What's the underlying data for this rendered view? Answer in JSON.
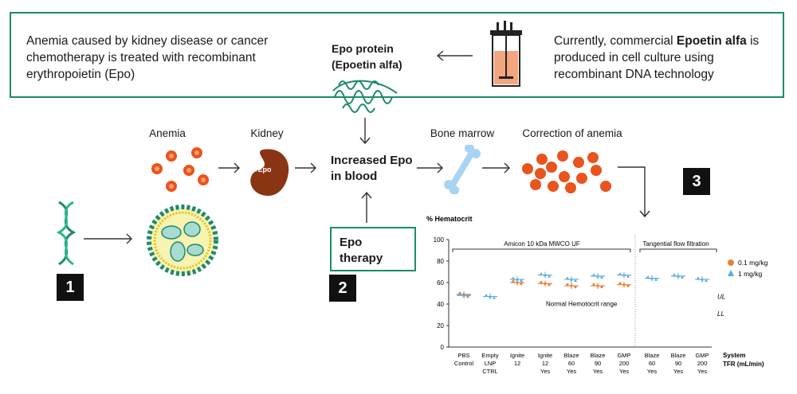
{
  "header": {
    "left_text": "Anemia caused by kidney disease or cancer chemotherapy is treated with recombinant erythropoietin (Epo)",
    "protein_label_line1": "Epo protein",
    "protein_label_line2": "(Epoetin alfa)",
    "right_text_pre": "Currently, commercial",
    "right_text_bold": "Epoetin alfa",
    "right_text_post": "is produced in cell culture using recombinant DNA technology"
  },
  "flow": {
    "anemia_label": "Anemia",
    "kidney_label": "Kidney",
    "kidney_epo": "Epo",
    "increased_line1": "Increased Epo",
    "increased_line2": "in blood",
    "bone_marrow_label": "Bone marrow",
    "correction_label": "Correction of anemia",
    "epo_therapy_line1": "Epo",
    "epo_therapy_line2": "therapy"
  },
  "steps": [
    "1",
    "2",
    "3"
  ],
  "colors": {
    "accent": "#1c8a6e",
    "rbc": "#e8541c",
    "series_low": "#e8823c",
    "series_high": "#5aaae0",
    "kidney": "#8a3414"
  },
  "chart_data": {
    "type": "scatter",
    "ylabel": "% Hematocrit",
    "ylim": [
      0,
      100
    ],
    "yticks": [
      0,
      20,
      40,
      60,
      80,
      100
    ],
    "region_left": "Amicon 10 kDa MWCO UF",
    "region_right": "Tangential flow filtration",
    "normal_range_label": "Normal Hemotocrit range",
    "ul_label": "UL",
    "ll_label": "LL",
    "row_headers": [
      "System",
      "TFR (mL/min)"
    ],
    "categories": [
      {
        "system": [
          "PBS",
          "Control"
        ],
        "tfr": []
      },
      {
        "system": [
          "Empty",
          "LNP",
          "CTRL"
        ],
        "tfr": []
      },
      {
        "system": [
          "Ignite",
          "12"
        ],
        "tfr": []
      },
      {
        "system": [
          "Ignite",
          "12"
        ],
        "tfr": [
          "Yes"
        ]
      },
      {
        "system": [
          "Blaze",
          "60"
        ],
        "tfr": [
          "Yes"
        ]
      },
      {
        "system": [
          "Blaze",
          "90"
        ],
        "tfr": [
          "Yes"
        ]
      },
      {
        "system": [
          "GMP",
          "200"
        ],
        "tfr": [
          "Yes"
        ]
      },
      {
        "system": [
          "Blaze",
          "60"
        ],
        "tfr": [
          "Yes"
        ]
      },
      {
        "system": [
          "Blaze",
          "90"
        ],
        "tfr": [
          "Yes"
        ]
      },
      {
        "system": [
          "GMP",
          "200"
        ],
        "tfr": [
          "Yes"
        ]
      }
    ],
    "series": [
      {
        "name": "0.1 mg/kg",
        "color": "#e8823c",
        "marker": "circle",
        "values": [
          49,
          null,
          60,
          59,
          57,
          57,
          58,
          null,
          null,
          null
        ]
      },
      {
        "name": "1 mg/kg",
        "color": "#5aaae0",
        "marker": "triangle",
        "values": [
          48,
          47,
          63,
          67,
          63,
          66,
          67,
          64,
          66,
          63
        ]
      }
    ]
  }
}
